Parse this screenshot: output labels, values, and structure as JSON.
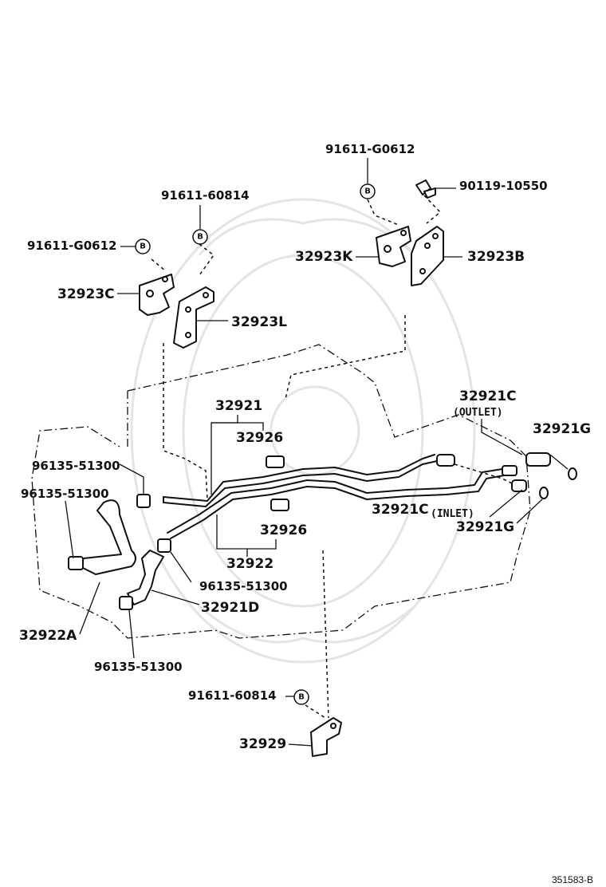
{
  "labels": {
    "bolt_91611_g0612_top": "91611-G0612",
    "bolt_90119_10550": "90119-10550",
    "bolt_91611_60814_left": "91611-60814",
    "bolt_91611_g0612_left": "91611-G0612",
    "bracket_32923k": "32923K",
    "bracket_32923b": "32923B",
    "bracket_32923c": "32923C",
    "bracket_32923l": "32923L",
    "pipe_32921": "32921",
    "clamp_32926_upper": "32926",
    "clamp_32926_lower": "32926",
    "pipe_32922": "32922",
    "hose_32921c_outlet": "32921C",
    "outlet_note": "(OUTLET)",
    "hose_32921c_inlet": "32921C",
    "inlet_note": "(INLET)",
    "gasket_32921g_upper": "32921G",
    "gasket_32921g_lower": "32921G",
    "clip_96135_a": "96135-51300",
    "clip_96135_b": "96135-51300",
    "clip_96135_c": "96135-51300",
    "clip_96135_d": "96135-51300",
    "hose_32921d": "32921D",
    "hose_32922a": "32922A",
    "bolt_91611_60814_bottom": "91611-60814",
    "bracket_32929": "32929",
    "diagram_code": "351583-B",
    "b_marker": "B"
  },
  "colors": {
    "line": "#111111",
    "background": "#ffffff",
    "watermark": "#e4e4e4"
  }
}
